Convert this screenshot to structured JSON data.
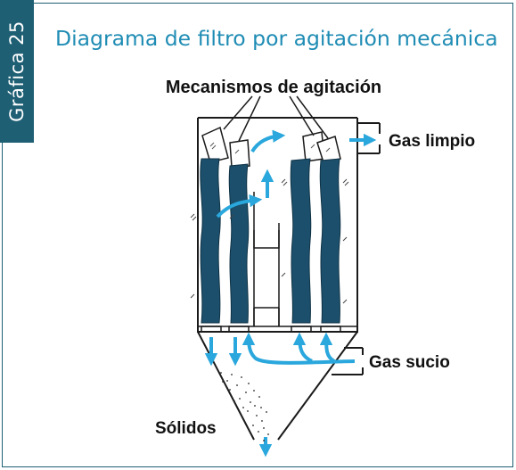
{
  "figure_tab": "Gráfica 25",
  "title": "Diagrama de filtro por agitación mecánica",
  "labels": {
    "mechanisms": "Mecanismos de agitación",
    "clean_gas": "Gas limpio",
    "dirty_gas": "Gas sucio",
    "solids": "Sólidos"
  },
  "colors": {
    "frame": "#1e5f74",
    "title": "#1f8cb4",
    "bag": "#1c4f6b",
    "arrow": "#2aa7dc",
    "outline": "#1a1a1a"
  }
}
